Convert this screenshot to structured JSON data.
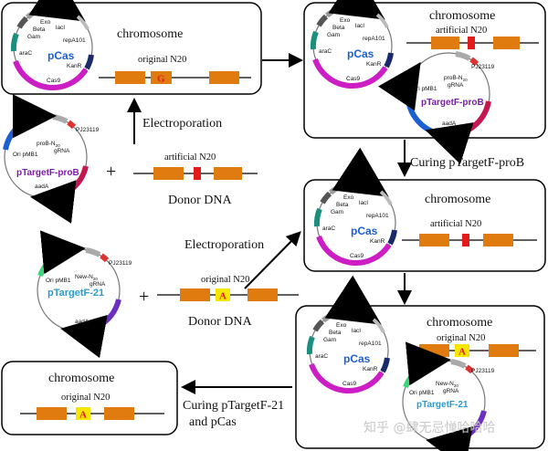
{
  "labels": {
    "chromosome": "chromosome",
    "original_n20": "original N20",
    "artificial_n20": "artificial N20",
    "electroporation": "Electroporation",
    "donor_dna": "Donor DNA",
    "curing_probe": "Curing pTargetF-proB",
    "curing_21_line1": "Curing pTargetF-21",
    "curing_21_line2": "and pCas",
    "plus": "+",
    "mark_g": "G",
    "mark_a": "A"
  },
  "pcas": {
    "name": "pCas",
    "exo": "Exo",
    "beta": "Beta",
    "gam": "Gam",
    "laci": "lacI",
    "repa101": "repA101",
    "arac": "araC",
    "kanr": "KanR",
    "cas9": "Cas9"
  },
  "ptargetf_probe": {
    "name": "pTargetF-proB",
    "pj": "PJ23119",
    "gene": "proB-N",
    "gene_sub": "20",
    "grna": "gRNA",
    "ori": "Ori pMB1",
    "aada": "aadA"
  },
  "ptargetf_21": {
    "name": "pTargetF-21",
    "pj": "PJ23119",
    "gene": "New-N",
    "gene_sub": "20",
    "grna": "gRNA",
    "ori": "Ori pMB1",
    "aada": "aadA"
  },
  "watermark": "知乎 @肆无忌惮哈哈哈",
  "colors": {
    "orange": "#e07b10",
    "red": "#e31b1b",
    "yellow": "#f7e600",
    "green": "#5ec41a",
    "blue": "#1c5fd0",
    "magenta": "#cc1ec4",
    "crimson": "#c4164f",
    "teal": "#1a8f7e",
    "lime": "#3fd27a",
    "purple": "#6d2fc0"
  }
}
